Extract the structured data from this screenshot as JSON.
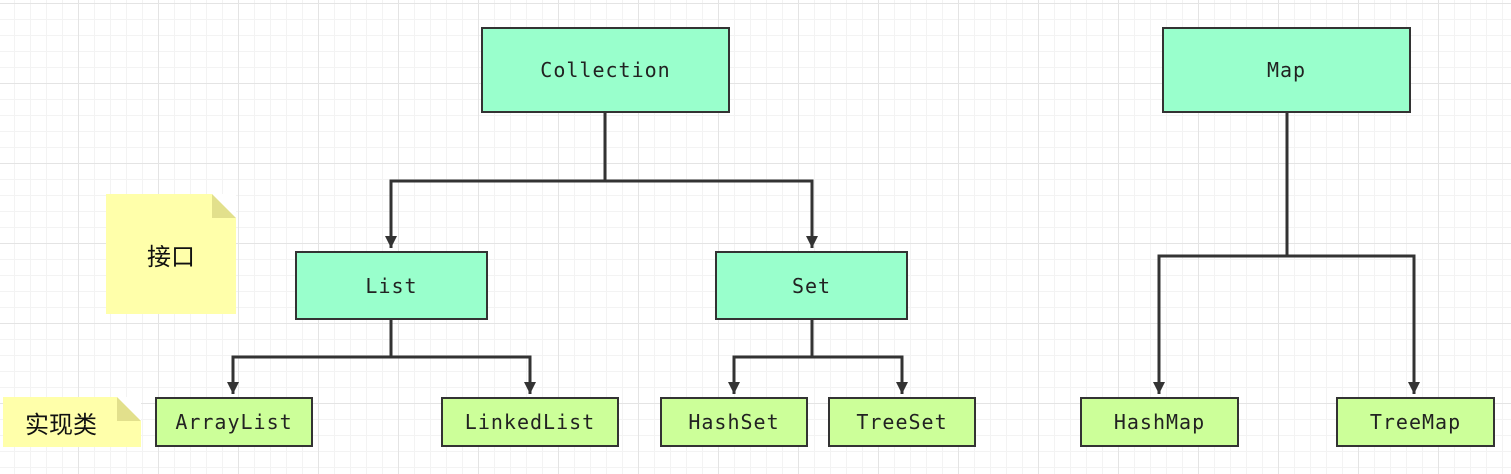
{
  "colors": {
    "interface": "#99ffcc",
    "implementation": "#ccff99",
    "note": "#ffffaa",
    "stroke": "#333333"
  },
  "nodes": {
    "collection": "Collection",
    "list": "List",
    "set": "Set",
    "arraylist": "ArrayList",
    "linkedlist": "LinkedList",
    "hashset": "HashSet",
    "treeset": "TreeSet",
    "map": "Map",
    "hashmap": "HashMap",
    "treemap": "TreeMap"
  },
  "notes": {
    "interface": "接口",
    "implementation": "实现类"
  }
}
